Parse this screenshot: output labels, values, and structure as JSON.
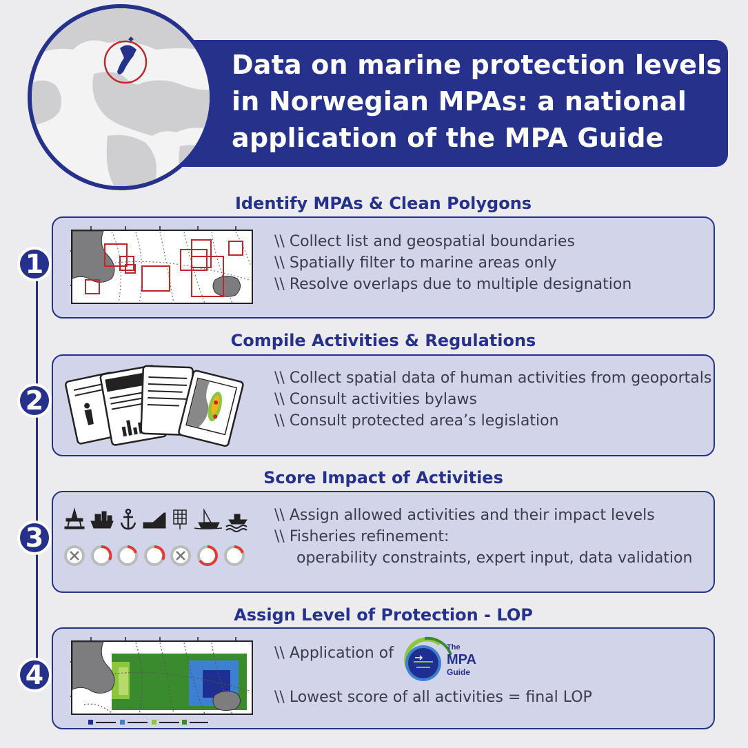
{
  "header": {
    "title_lines": [
      "Data on marine protection levels",
      "in Norwegian MPAs: a national",
      "application of the MPA Guide"
    ]
  },
  "steps": [
    {
      "number": "1",
      "title": "Identify MPAs & Clean Polygons",
      "bullets": [
        "\\\\ Collect list and geospatial boundaries",
        "\\\\ Spatially filter to marine areas only",
        "\\\\ Resolve overlaps due to multiple designation"
      ]
    },
    {
      "number": "2",
      "title": "Compile Activities & Regulations",
      "bullets": [
        "\\\\ Collect spatial data of human activities from geoportals",
        "\\\\ Consult activities bylaws",
        "\\\\ Consult protected area’s legislation"
      ]
    },
    {
      "number": "3",
      "title": "Score Impact of Activities",
      "bullets": [
        "\\\\ Assign allowed activities and their impact levels",
        "\\\\ Fisheries refinement:",
        "operability constraints, expert input, data validation"
      ]
    },
    {
      "number": "4",
      "title": "Assign Level of Protection - LOP",
      "bullets": [
        "\\\\ Application of",
        "\\\\ Lowest score of all activities = final LOP"
      ]
    }
  ],
  "mpa_logo": {
    "line1": "The",
    "line2": "MPA",
    "line3": "Guide"
  },
  "colors": {
    "navy": "#25318a",
    "box_fill": "#d2d4ea",
    "mpa_red": "#c0272d",
    "lop_dark_blue": "#1f2f8f",
    "lop_blue": "#3d7fd1",
    "lop_light_green": "#8cc63e",
    "lop_green": "#3a8a2e"
  },
  "icons": [
    "oil-rig-icon",
    "cargo-ship-icon",
    "anchor-icon",
    "dredging-icon",
    "aquaculture-cage-icon",
    "trawler-icon",
    "wave-vessel-icon"
  ],
  "impact_gauges": [
    "prohibited",
    "partial",
    "partial",
    "partial",
    "prohibited",
    "partial",
    "partial"
  ]
}
